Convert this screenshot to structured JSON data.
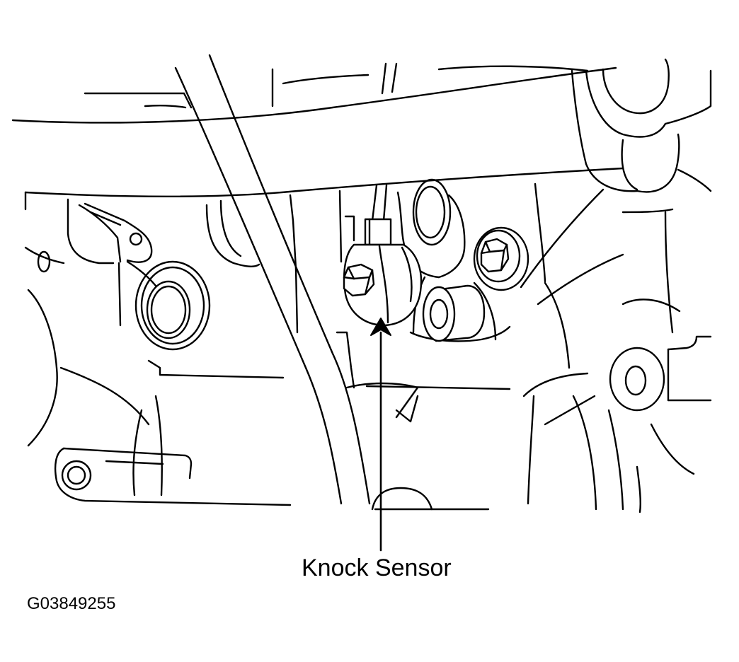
{
  "diagram": {
    "callout_label": "Knock Sensor",
    "figure_id": "G03849255"
  },
  "icons": {
    "engine_block": "engine-block-drawing",
    "knock_sensor": "knock-sensor-drawing",
    "pointer": "arrow-up-icon"
  },
  "colors": {
    "line": "#000000",
    "background": "#ffffff"
  }
}
